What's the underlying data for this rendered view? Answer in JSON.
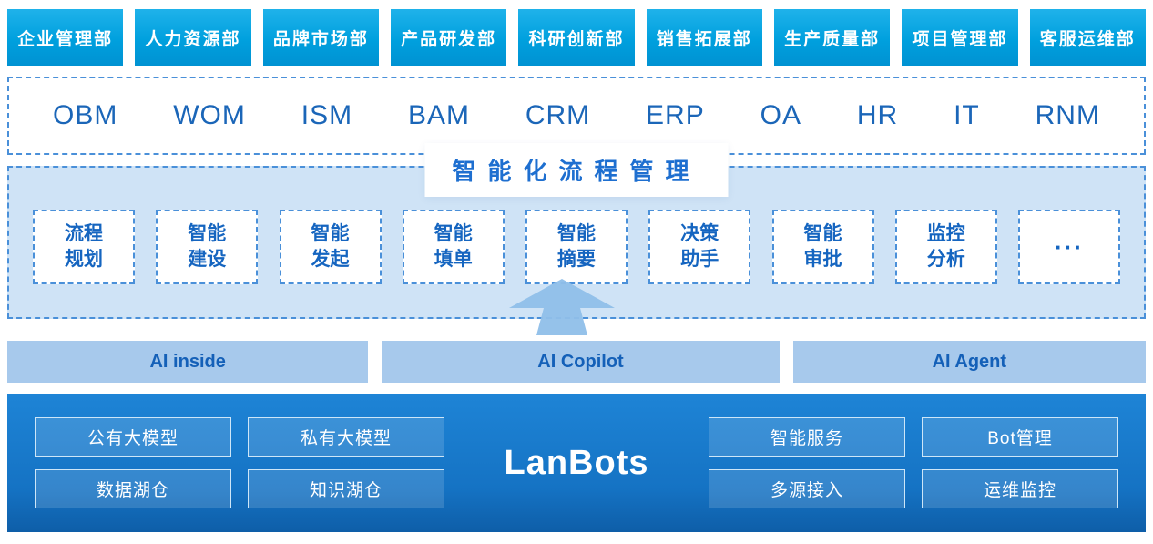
{
  "departments": [
    "企业管理部",
    "人力资源部",
    "品牌市场部",
    "产品研发部",
    "科研创新部",
    "销售拓展部",
    "生产质量部",
    "项目管理部",
    "客服运维部"
  ],
  "systems": [
    "OBM",
    "WOM",
    "ISM",
    "BAM",
    "CRM",
    "ERP",
    "OA",
    "HR",
    "IT",
    "RNM"
  ],
  "process": {
    "title": "智能化流程管理",
    "items": [
      "流程规划",
      "智能建设",
      "智能发起",
      "智能填单",
      "智能摘要",
      "决策助手",
      "智能审批",
      "监控分析"
    ],
    "more": "···"
  },
  "ai_layers": [
    "AI inside",
    "AI Copilot",
    "AI Agent"
  ],
  "platform": {
    "title": "LanBots",
    "left_items": [
      "公有大模型",
      "私有大模型",
      "数据湖仓",
      "知识湖仓"
    ],
    "right_items": [
      "智能服务",
      "Bot管理",
      "多源接入",
      "运维监控"
    ]
  },
  "colors": {
    "department_bg": "#00a8e2",
    "dashed_border": "#4a90d9",
    "primary_text_blue": "#1565c0",
    "process_section_bg": "#cfe3f6",
    "ai_bar_bg": "#a7c9ec",
    "platform_bg": "#1778ca",
    "arrow_fill": "#8fbfe9"
  }
}
